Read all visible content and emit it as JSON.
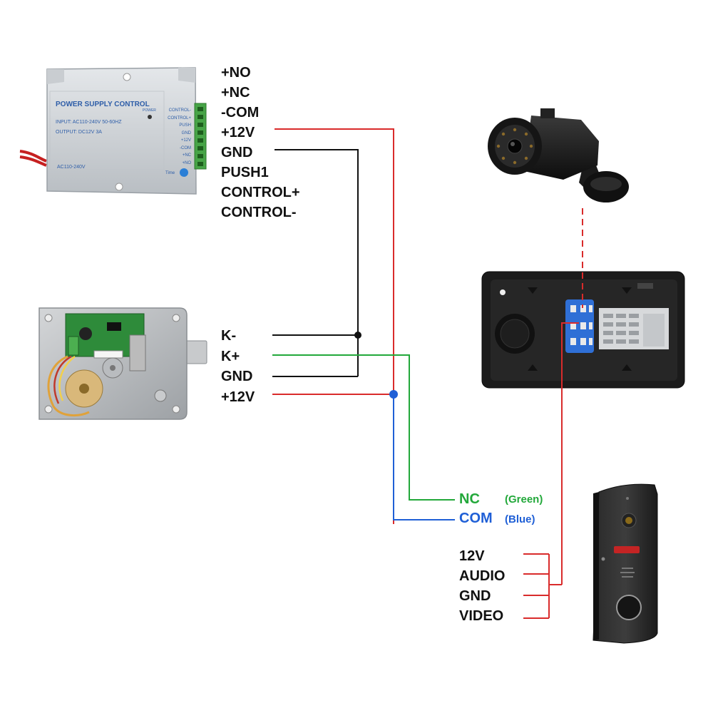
{
  "power_supply": {
    "title": "POWER SUPPLY CONTROL",
    "input_spec": "INPUT: AC110-240V 50-60HZ",
    "output_spec": "OUTPUT: DC12V 3A",
    "ac_label": "AC110-240V",
    "power_led_label": "POWER",
    "time_label": "Time",
    "terminal_labels": [
      "CONTROL-",
      "CONTROL+",
      "PUSH",
      "GND",
      "+12V",
      "-COM",
      "+NC",
      "+NO"
    ]
  },
  "psu_terminals": [
    "+NO",
    "+NC",
    "-COM",
    "+12V",
    "GND",
    "PUSH1",
    "CONTROL+",
    "CONTROL-"
  ],
  "lock_terminals": [
    "K-",
    "K+",
    "GND",
    "+12V"
  ],
  "monitor_relay": {
    "nc_label": "NC",
    "nc_color_note": "(Green)",
    "com_label": "COM",
    "com_color_note": "(Blue)"
  },
  "doorbell_terminals": [
    "12V",
    "AUDIO",
    "GND",
    "VIDEO"
  ],
  "colors": {
    "red": "#d92b2b",
    "black": "#111111",
    "green": "#22a83a",
    "blue": "#1f5fd6"
  }
}
